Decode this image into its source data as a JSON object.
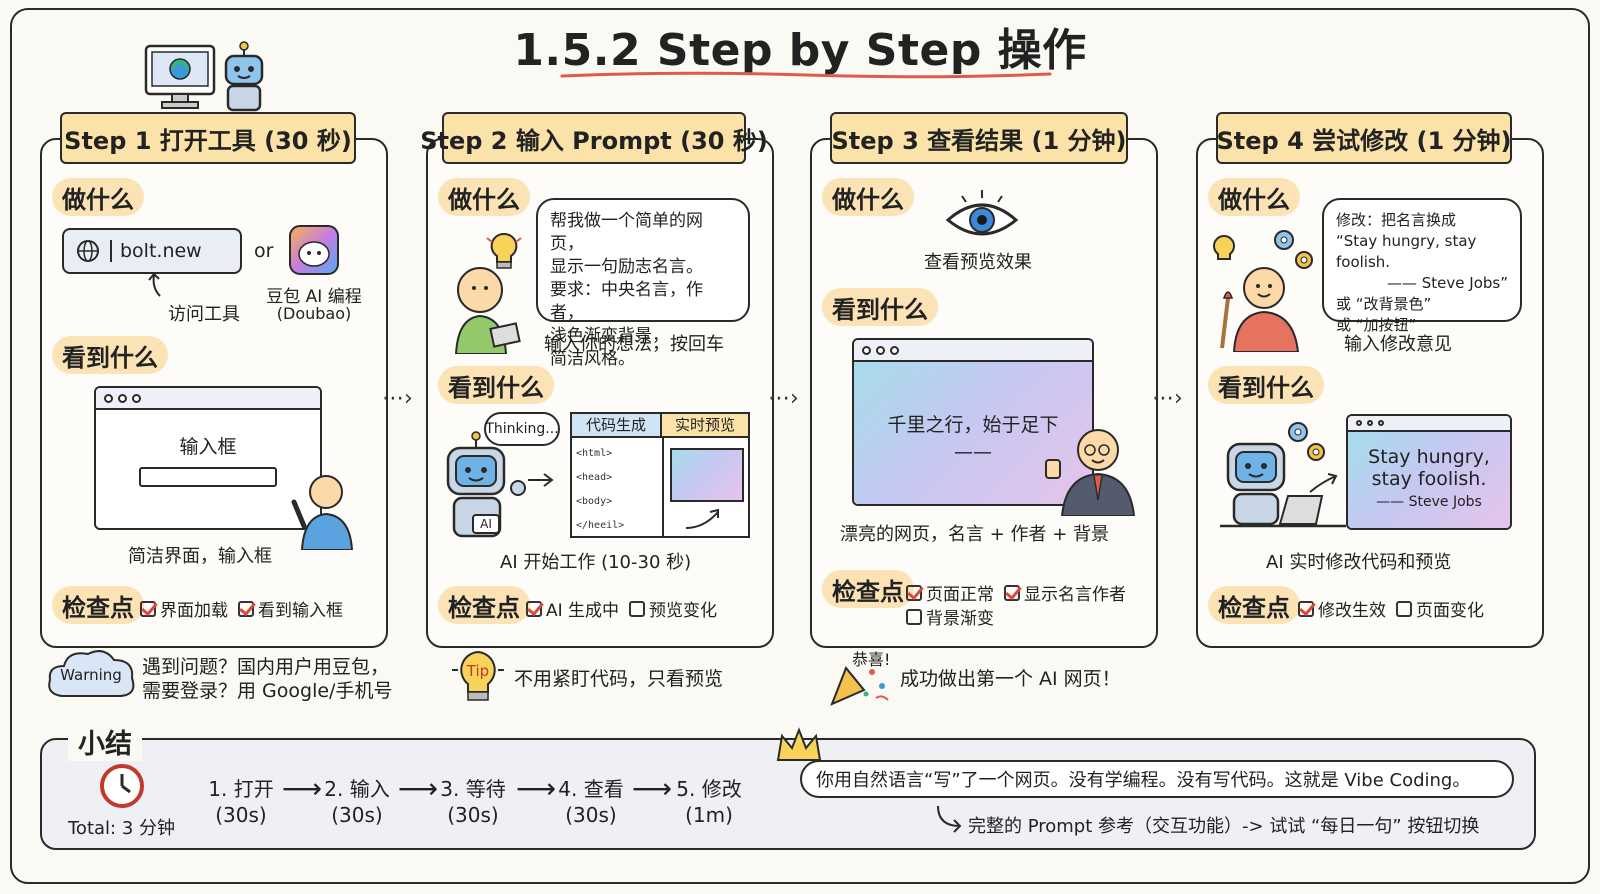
{
  "title": "1.5.2 Step by Step 操作",
  "steps": [
    {
      "header": "Step 1 打开工具 (30 秒)",
      "do_label": "做什么",
      "url": "bolt.new",
      "or": "or",
      "visit_caption": "访问工具",
      "alt_tool_line1": "豆包 AI 编程",
      "alt_tool_line2": "(Doubao)",
      "see_label": "看到什么",
      "input_label": "输入框",
      "see_caption": "简洁界面，输入框",
      "check_label": "检查点",
      "checks": [
        {
          "label": "界面加载",
          "checked": true
        },
        {
          "label": "看到输入框",
          "checked": true
        }
      ]
    },
    {
      "header": "Step 2 输入 Prompt (30 秒)",
      "do_label": "做什么",
      "prompt_lines": [
        "帮我做一个简单的网页，",
        "显示一句励志名言。",
        "要求：中央名言，作者，",
        "浅色渐变背景，",
        "简洁风格。"
      ],
      "do_caption": "输入你的想法，按回车",
      "see_label": "看到什么",
      "thinking": "Thinking...",
      "robot_badge": "AI",
      "panel_code": "代码生成",
      "panel_preview": "实时预览",
      "code_lines": [
        "<html>",
        "<head>",
        "<body>",
        "</heeil>"
      ],
      "see_caption": "AI 开始工作 (10-30 秒)",
      "check_label": "检查点",
      "checks": [
        {
          "label": "AI 生成中",
          "checked": true
        },
        {
          "label": "预览变化",
          "checked": false
        }
      ]
    },
    {
      "header": "Step 3 查看结果 (1 分钟)",
      "do_label": "做什么",
      "do_caption": "查看预览效果",
      "see_label": "看到什么",
      "quote": "千里之行，始于足下",
      "quote_dash": "——",
      "see_caption": "漂亮的网页，名言 + 作者 + 背景",
      "check_label": "检查点",
      "checks": [
        {
          "label": "页面正常",
          "checked": true
        },
        {
          "label": "显示名言作者",
          "checked": true
        },
        {
          "label": "背景渐变",
          "checked": false
        }
      ]
    },
    {
      "header": "Step 4 尝试修改 (1 分钟)",
      "do_label": "做什么",
      "modify_lines": [
        "修改：把名言换成",
        "“Stay hungry, stay foolish.",
        "—— Steve Jobs”",
        "或 “改背景色”",
        "或 “加按钮”"
      ],
      "do_caption": "输入修改意见",
      "see_label": "看到什么",
      "preview_line1": "Stay hungry,",
      "preview_line2": "stay foolish.",
      "preview_author": "—— Steve Jobs",
      "see_caption": "AI 实时修改代码和预览",
      "check_label": "检查点",
      "checks": [
        {
          "label": "修改生效",
          "checked": true
        },
        {
          "label": "页面变化",
          "checked": false
        }
      ]
    }
  ],
  "notes": {
    "warning_badge": "Warning",
    "warning_line1": "遇到问题？国内用户用豆包，",
    "warning_line2": "需要登录？用 Google/手机号",
    "tip_badge": "Tip",
    "tip_text": "不用紧盯代码，只看预览",
    "congrats_badge": "恭喜!",
    "congrats_text": "成功做出第一个 AI 网页！"
  },
  "summary": {
    "label": "小结",
    "total": "Total: 3 分钟",
    "flow": [
      {
        "step": "1. 打开",
        "time": "(30s)"
      },
      {
        "step": "2. 输入",
        "time": "(30s)"
      },
      {
        "step": "3. 等待",
        "time": "(30s)"
      },
      {
        "step": "4. 查看",
        "time": "(30s)"
      },
      {
        "step": "5. 修改",
        "time": "(1m)"
      }
    ],
    "message": "你用自然语言“写”了一个网页。没有学编程。没有写代码。这就是 Vibe Coding。",
    "reference": "完整的 Prompt 参考（交互功能）-> 试试 “每日一句” 按钮切换"
  },
  "colors": {
    "header_fill": "#fbe2a8",
    "tag_fill": "#fbe3b6",
    "check_mark": "#d84a3a",
    "accent_red": "#e05a4c",
    "summary_fill": "#eef0f4"
  }
}
